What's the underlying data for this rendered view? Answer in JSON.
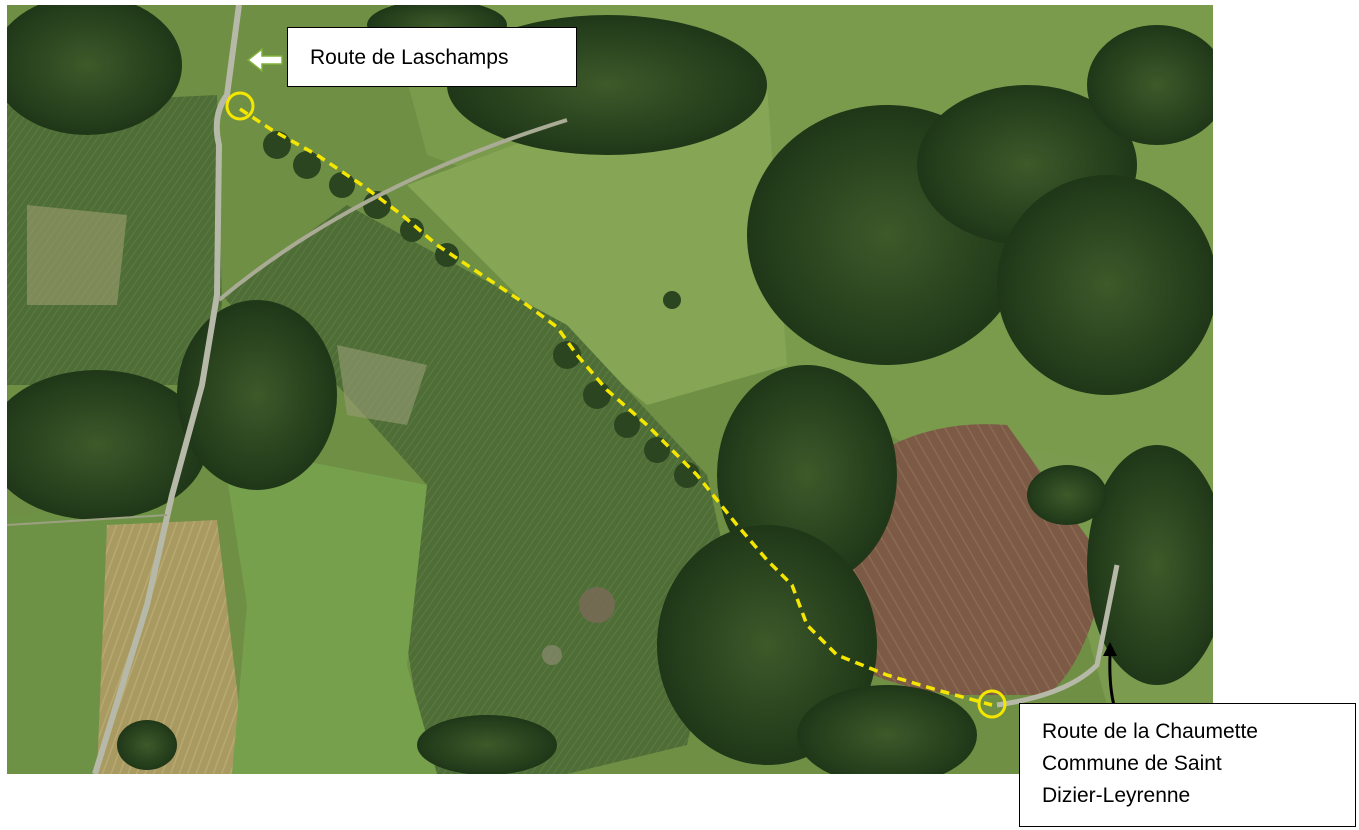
{
  "map": {
    "labels": {
      "north_road": "Route de Laschamps",
      "south_road_lines": [
        "Route de la Chaumette",
        "Commune de Saint",
        "Dizier-Leyrenne"
      ]
    },
    "route_color": "#f5e600",
    "marker_color": "#f5e600",
    "icons": [
      "white-arrow-left-icon",
      "black-curved-arrow-icon"
    ]
  }
}
